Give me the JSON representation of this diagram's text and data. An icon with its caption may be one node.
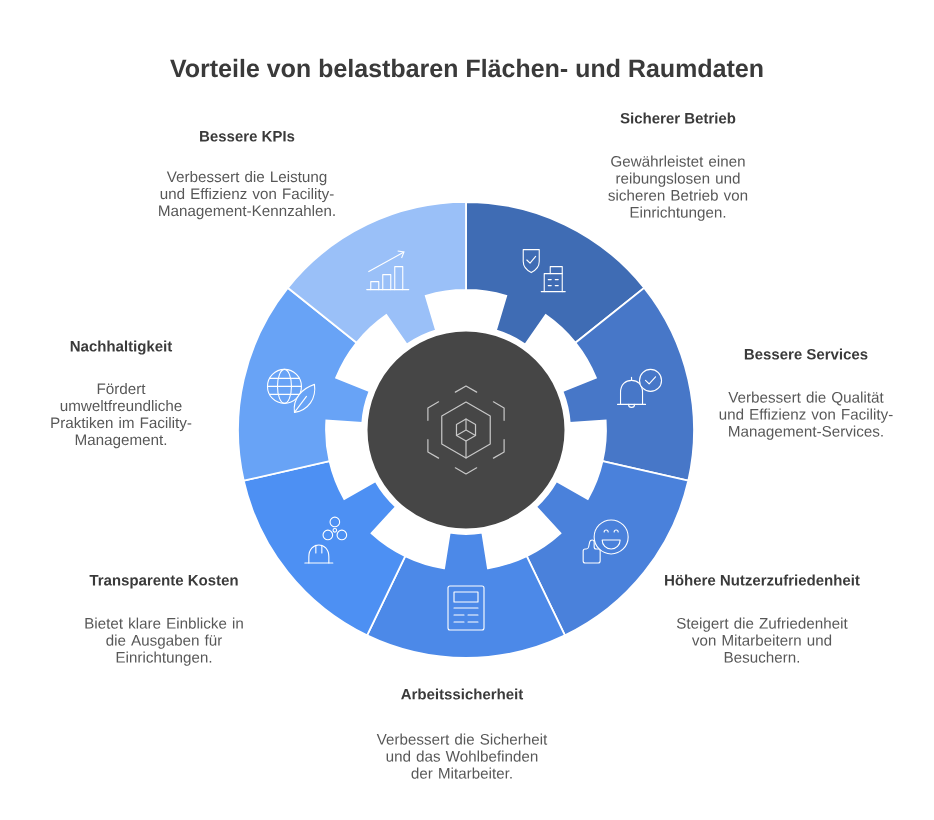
{
  "diagram": {
    "title": "Vorteile von belastbaren Flächen- und Raumdaten",
    "nodes": [
      {
        "text": [],
        "shape": "circle"
      },
      {
        "text": [],
        "shape": "segment",
        "beside": [
          "Sicherer Betrieb",
          "Gewährleistet einen reibungslosen und sicheren Betrieb von Einrichtungen."
        ]
      },
      {
        "text": [],
        "shape": "segment",
        "beside": [
          "Bessere Services",
          "Verbessert die Qualität und Effizienz von Facility-Management-Services."
        ]
      },
      {
        "text": [],
        "shape": "segment",
        "beside": [
          "Höhere Nutzerzufriedenheit",
          "Steigert die Zufriedenheit von Mitarbeitern und Besuchern."
        ]
      },
      {
        "text": [],
        "shape": "segment",
        "beside": [
          "Arbeitssicherheit",
          "Verbessert die Sicherheit und das Wohlbefinden der Mitarbeiter."
        ]
      },
      {
        "text": [],
        "shape": "segment",
        "beside": [
          "Transparente Kosten",
          "Bietet klare Einblicke in die Ausgaben für Einrichtungen."
        ]
      },
      {
        "text": [],
        "shape": "segment",
        "beside": [
          "Nachhaltigkeit",
          "Fördert umweltfreundliche Praktiken im Facility-Management."
        ]
      },
      {
        "text": [],
        "shape": "segment",
        "beside": [
          "Bessere KPIs",
          "Verbessert die Leistung und Effizienz von Facility-Management-Kennzahlen."
        ]
      }
    ]
  }
}
